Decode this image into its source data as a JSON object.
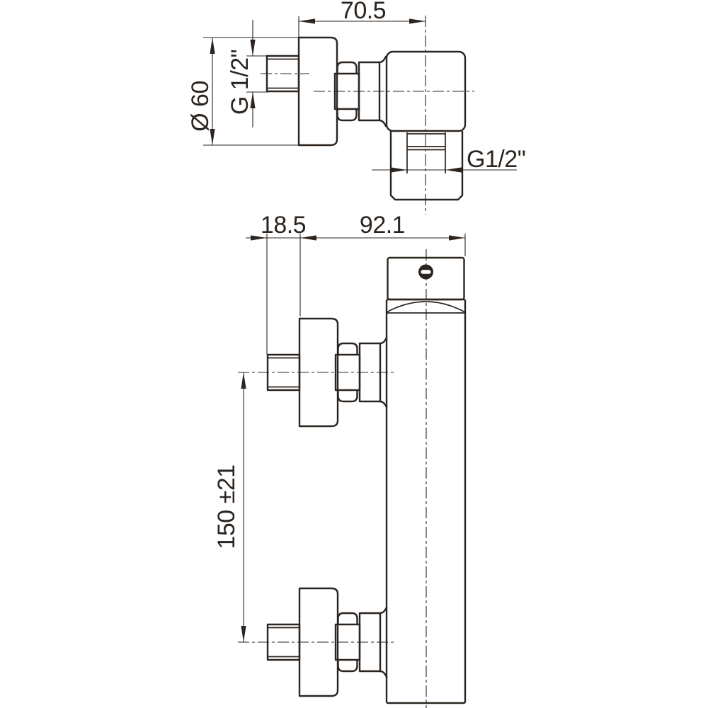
{
  "colors": {
    "line": "#2b241f",
    "background": "#ffffff"
  },
  "views": {
    "top_view": {
      "dims": {
        "wall_offset": "70.5",
        "rosette_diameter": "Ø 60",
        "inlet_thread": "G 1/2\"",
        "outlet_thread": "G1/2\""
      }
    },
    "front_view": {
      "dims": {
        "rosette_depth": "18.5",
        "body_depth": "92.1",
        "inlet_spacing": "150 ±21"
      }
    }
  }
}
